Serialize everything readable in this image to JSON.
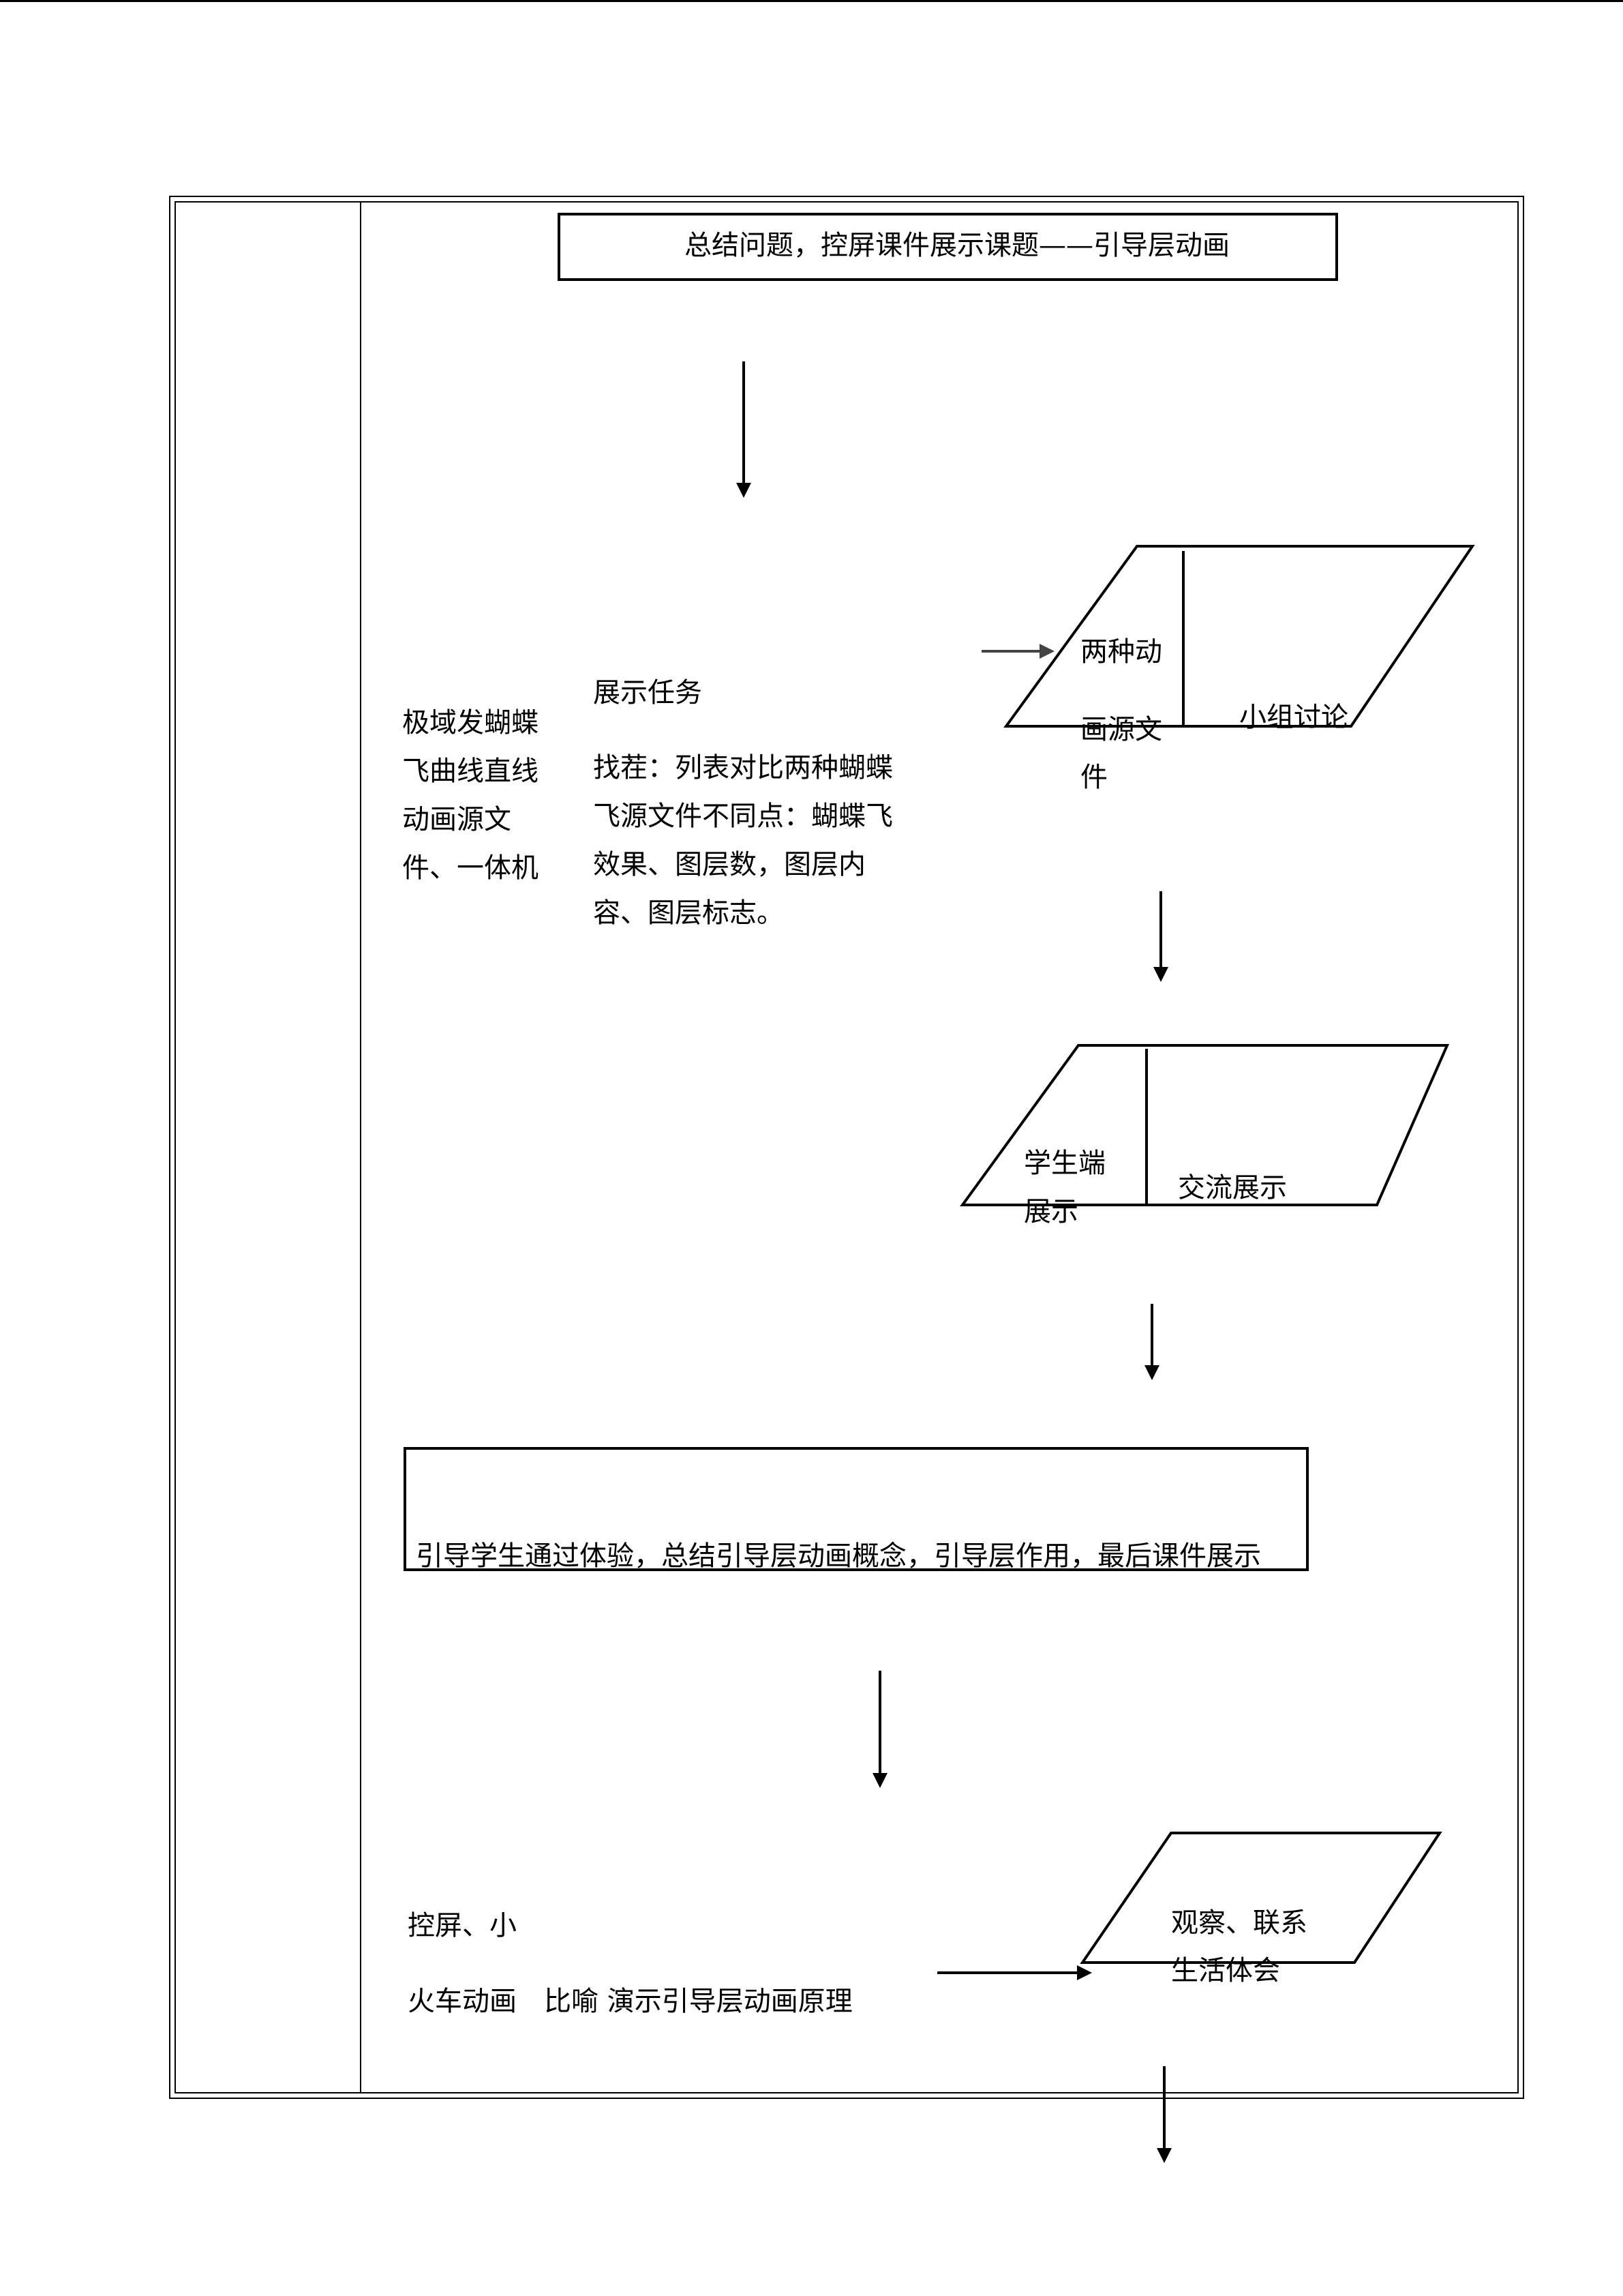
{
  "title_box": "总结问题，控屏课件展示课题——引导层动画",
  "left_column": {
    "lines": [
      "极域发蝴蝶",
      "飞曲线直线",
      "动画源文",
      "件、一体机"
    ]
  },
  "task": {
    "heading": "展示任务",
    "lines": [
      "找茬：列表对比两种蝴蝶",
      "飞源文件不同点：蝴蝶飞",
      "效果、图层数，图层内",
      "容、图层标志。"
    ]
  },
  "para1": {
    "left_lines": [
      "两种动",
      "画源文",
      "件"
    ],
    "right": "小组讨论"
  },
  "para2": {
    "left_lines": [
      "学生端",
      "展示"
    ],
    "right": "交流展示"
  },
  "summary_box": "引导学生通过体验，总结引导层动画概念，引导层作用，最后课件展示",
  "bottom": {
    "line1": "控屏、小",
    "line2": "火车动画　比喻  演示引导层动画原理"
  },
  "para3": {
    "lines": [
      "观察、联系",
      "生活体会"
    ]
  }
}
